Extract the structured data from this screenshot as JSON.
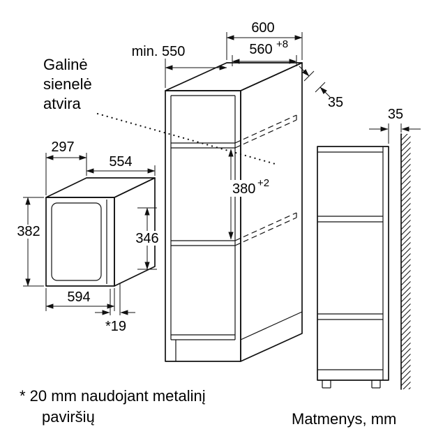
{
  "drawing": {
    "note_back_wall": {
      "line1": "Galinė",
      "line2": "sienelė",
      "line3": "atvira"
    },
    "microwave": {
      "depth": "297",
      "top_width": "554",
      "height": "382",
      "inner_height": "346",
      "width": "594",
      "door_offset": "*19"
    },
    "cabinet": {
      "width": "600",
      "depth": "min. 550",
      "niche_width": "560",
      "niche_width_tol": "+8",
      "niche_height": "380",
      "niche_height_tol": "+2",
      "rear_gap": "35"
    },
    "wall": {
      "gap": "35"
    },
    "footnote": {
      "line1": "* 20 mm naudojant metalinį",
      "line2": "paviršių"
    },
    "units": "Matmenys, mm"
  }
}
